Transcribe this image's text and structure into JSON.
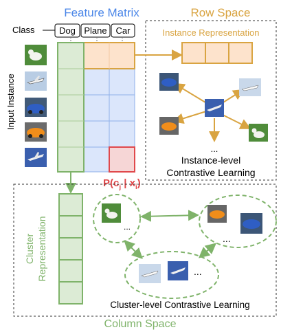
{
  "titles": {
    "feature_matrix": "Feature Matrix",
    "row_space": "Row Space",
    "column_space": "Column Space"
  },
  "class_label": "Class",
  "classes": [
    "Dog",
    "Plane",
    "Car"
  ],
  "input_instance_label": "Input Instance",
  "input_instances": [
    "dog",
    "plane",
    "car",
    "car",
    "plane"
  ],
  "instance_representation_label": "Instance Representation",
  "instance_learning": [
    "Instance-level",
    "Contrastive Learning"
  ],
  "cluster_representation_label": [
    "Cluster",
    "Representation"
  ],
  "cluster_learning_label": "Cluster-level Contrastive Learning",
  "probability_label": "P(c_j | x_i)",
  "ellipsis": "...",
  "colors": {
    "blue_title": "#4a86e8",
    "orange": "#d9a441",
    "green": "#7fb36a",
    "green_fill": "#dcebd5",
    "blue_fill": "#dbe6fb",
    "orange_fill": "#fde3cc",
    "red": "#e0484b"
  }
}
